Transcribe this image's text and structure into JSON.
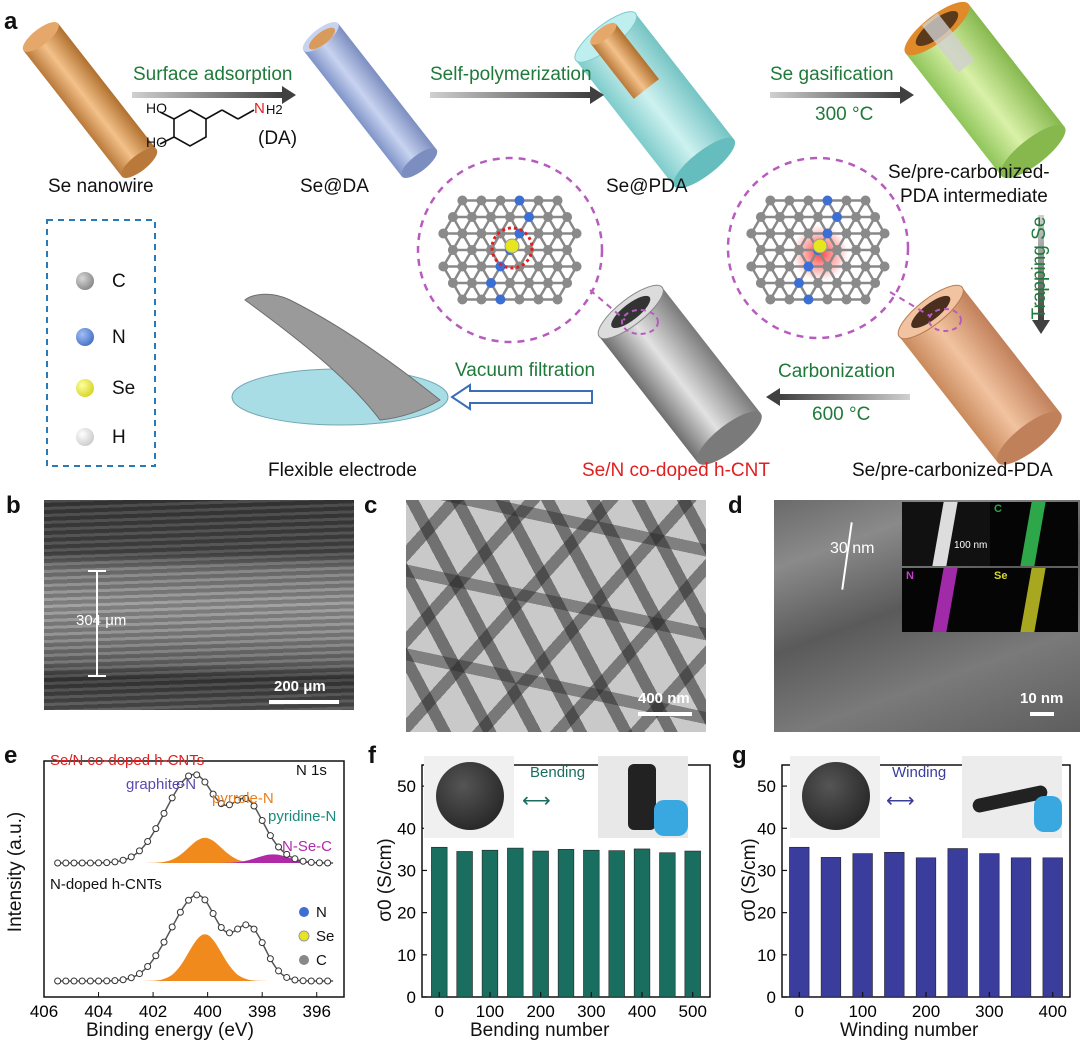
{
  "panel_labels": {
    "a": "a",
    "b": "b",
    "c": "c",
    "d": "d",
    "e": "e",
    "f": "f",
    "g": "g"
  },
  "scheme": {
    "step1": "Surface adsorption",
    "step2": "Self-polymerization",
    "step3": "Se gasification",
    "step3_temp": "300 °C",
    "step4": "Trapping Se",
    "step5": "Carbonization",
    "step5_temp": "600 °C",
    "step6": "Vacuum filtration",
    "da_label": "(DA)",
    "da_ho1": "HO",
    "da_ho2": "HO",
    "da_n": "N",
    "da_h2": "H2",
    "labels": {
      "se_nanowire": "Se nanowire",
      "se_da": "Se@DA",
      "se_pda": "Se@PDA",
      "intermediate_l1": "Se/pre-carbonized-",
      "intermediate_l2": "PDA intermediate",
      "precarb": "Se/pre-carbonized-PDA",
      "hcnt": "Se/N co-doped h-CNT",
      "electrode": "Flexible electrode"
    },
    "legend": [
      {
        "symbol": "C",
        "color": "#8a8a8a"
      },
      {
        "symbol": "N",
        "color": "#3b6fd4"
      },
      {
        "symbol": "Se",
        "color": "#e6e620"
      },
      {
        "symbol": "H",
        "color": "#eeeeee"
      }
    ]
  },
  "microscopy": {
    "b_thickness": "304 μm",
    "b_scale": "200 μm",
    "c_scale": "400 nm",
    "d_diameter": "30 nm",
    "d_scale": "10 nm",
    "d_inset_scale": "100 nm",
    "d_maps": [
      "C",
      "N",
      "Se"
    ]
  },
  "chart_data": [
    {
      "type": "line",
      "panel": "e",
      "xlabel": "Binding energy (eV)",
      "ylabel": "Intensity (a.u.)",
      "xlim": [
        406,
        395
      ],
      "xticks": [
        406,
        404,
        402,
        400,
        398,
        396
      ],
      "annotation": "N 1s",
      "spectra": [
        {
          "name": "Se/N co-doped h-CNTs",
          "peaks": [
            "graphite-N",
            "pyrrole-N",
            "pyridine-N",
            "N-Se-C"
          ]
        },
        {
          "name": "N-doped h-CNTs"
        }
      ],
      "legend": [
        {
          "label": "N",
          "color": "#3b6fd4"
        },
        {
          "label": "Se",
          "color": "#e6e620"
        },
        {
          "label": "C",
          "color": "#888888"
        }
      ]
    },
    {
      "type": "bar",
      "panel": "f",
      "xlabel": "Bending number",
      "ylabel": "σ0 (S/cm)",
      "ylim": [
        0,
        55
      ],
      "yticks": [
        0,
        10,
        20,
        30,
        40,
        50
      ],
      "xticks": [
        0,
        100,
        200,
        300,
        400,
        500
      ],
      "x": [
        0,
        50,
        100,
        150,
        200,
        250,
        300,
        350,
        400,
        450,
        500
      ],
      "values": [
        35.5,
        34.5,
        34.8,
        35.3,
        34.6,
        35.0,
        34.8,
        34.7,
        35.1,
        34.2,
        34.6
      ],
      "inset_label": "Bending",
      "color": "#1a6e60"
    },
    {
      "type": "bar",
      "panel": "g",
      "xlabel": "Winding number",
      "ylabel": "σ0 (S/cm)",
      "ylim": [
        0,
        55
      ],
      "yticks": [
        0,
        10,
        20,
        30,
        40,
        50
      ],
      "xticks": [
        0,
        100,
        200,
        300,
        400
      ],
      "x": [
        0,
        50,
        100,
        150,
        200,
        250,
        300,
        350,
        400
      ],
      "values": [
        35.5,
        33.1,
        34.0,
        34.3,
        33.0,
        35.2,
        34.0,
        33.0,
        33.0
      ],
      "inset_label": "Winding",
      "color": "#3a3d9c"
    }
  ]
}
